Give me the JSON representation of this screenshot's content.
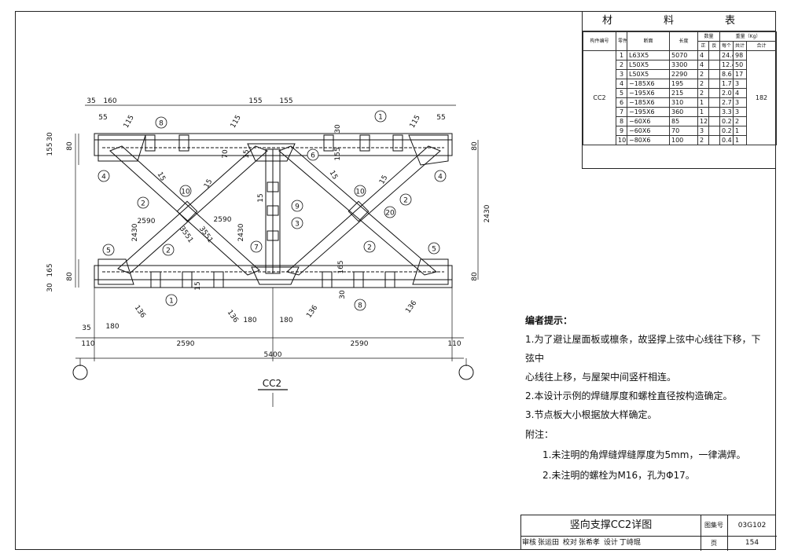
{
  "drawing": {
    "label": "CC2",
    "dims_top": [
      "35",
      "160",
      "55",
      "115",
      "155",
      "155",
      "115",
      "30",
      "55",
      "115"
    ],
    "dims_left": [
      "155",
      "30",
      "80",
      "80",
      "165",
      "30"
    ],
    "dims_right": [
      "80",
      "2430",
      "80"
    ],
    "dims_bottom": [
      "35",
      "180",
      "136",
      "136",
      "180",
      "180",
      "136",
      "136"
    ],
    "dims_total": [
      "110",
      "2590",
      "2590",
      "110",
      "5400"
    ],
    "member_dims": [
      "2590",
      "2590",
      "2430",
      "2430",
      "3551",
      "3551",
      "15",
      "15",
      "15",
      "15",
      "15",
      "15",
      "70",
      "155",
      "165",
      "30",
      "15"
    ],
    "part_marks": [
      "1",
      "1",
      "2",
      "2",
      "2",
      "2",
      "3",
      "4",
      "4",
      "5",
      "5",
      "6",
      "7",
      "8",
      "8",
      "9",
      "10",
      "10",
      "20"
    ]
  },
  "materials": {
    "title": "材　料　表",
    "headers": {
      "member_no": "构件编号",
      "part_no": "零件号",
      "section": "断面",
      "length": "长度",
      "qty": "数量",
      "qty_pos": "正",
      "qty_neg": "反",
      "weight": "重量（Kg）",
      "w_each": "每个",
      "w_sum": "共计",
      "w_total": "合计"
    },
    "member": "CC2",
    "total": "182",
    "rows": [
      {
        "no": "1",
        "section": "L63X5",
        "length": "5070",
        "pos": "4",
        "neg": "",
        "each": "24.4",
        "sum": "98"
      },
      {
        "no": "2",
        "section": "L50X5",
        "length": "3300",
        "pos": "4",
        "neg": "",
        "each": "12.4",
        "sum": "50"
      },
      {
        "no": "3",
        "section": "L50X5",
        "length": "2290",
        "pos": "2",
        "neg": "",
        "each": "8.6",
        "sum": "17"
      },
      {
        "no": "4",
        "section": "−185X6",
        "length": "195",
        "pos": "2",
        "neg": "",
        "each": "1.7",
        "sum": "3"
      },
      {
        "no": "5",
        "section": "−195X6",
        "length": "215",
        "pos": "2",
        "neg": "",
        "each": "2.0",
        "sum": "4"
      },
      {
        "no": "6",
        "section": "−185X6",
        "length": "310",
        "pos": "1",
        "neg": "",
        "each": "2.7",
        "sum": "3"
      },
      {
        "no": "7",
        "section": "−195X6",
        "length": "360",
        "pos": "1",
        "neg": "",
        "each": "3.3",
        "sum": "3"
      },
      {
        "no": "8",
        "section": "−60X6",
        "length": "85",
        "pos": "12",
        "neg": "",
        "each": "0.2",
        "sum": "2"
      },
      {
        "no": "9",
        "section": "−60X6",
        "length": "70",
        "pos": "3",
        "neg": "",
        "each": "0.2",
        "sum": "1"
      },
      {
        "no": "10",
        "section": "−80X6",
        "length": "100",
        "pos": "2",
        "neg": "",
        "each": "0.4",
        "sum": "1"
      }
    ]
  },
  "notes": {
    "heading": "编者提示：",
    "items": [
      "1.为了避让屋面板或檩条，故竖撑上弦中心线往下移，下弦中",
      "心线往上移，与屋架中间竖杆相连。",
      "2.本设计示例的焊缝厚度和螺栓直径按构造确定。",
      "3.节点板大小根据放大样确定。"
    ]
  },
  "footnotes": {
    "heading": "附注：",
    "items": [
      "1.未注明的角焊缝焊缝厚度为5mm，一律满焊。",
      "2.未注明的螺栓为M16，孔为Φ17。"
    ]
  },
  "title_block": {
    "drawing_name": "竖向支撑CC2详图",
    "atlas_label": "图集号",
    "atlas_no": "03G102",
    "review": "审核",
    "review_name": "张运田",
    "check": "校对",
    "check_name": "张希孝",
    "design": "设计",
    "design_name": "丁峙琨",
    "page_label": "页",
    "page_no": "154"
  }
}
